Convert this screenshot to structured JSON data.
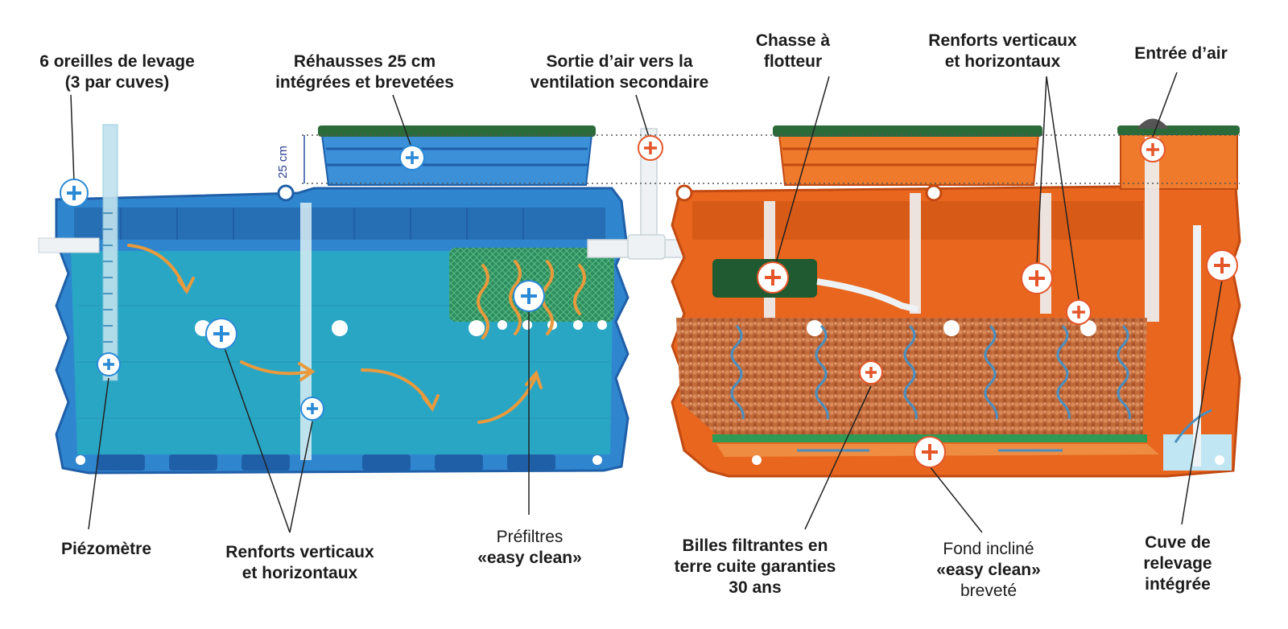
{
  "labels": {
    "lifting_ears": {
      "line1": "6 oreilles de levage",
      "line2": "(3 par cuves)"
    },
    "risers": {
      "line1": "Réhausses 25 cm",
      "line2": "intégrées et brevetées"
    },
    "air_outlet": {
      "line1": "Sortie d’air vers la",
      "line2": "ventilation secondaire"
    },
    "flush": {
      "line1": "Chasse à",
      "line2": "flotteur"
    },
    "reinforcements_top": {
      "line1": "Renforts verticaux",
      "line2": "et horizontaux"
    },
    "air_inlet": {
      "line1": "Entrée d’air"
    },
    "piezometer": {
      "line1": "Piézomètre"
    },
    "reinforcements_bottom": {
      "line1": "Renforts verticaux",
      "line2": "et horizontaux"
    },
    "prefilters": {
      "line1": "Préfiltres",
      "line2": "«easy clean»"
    },
    "filter_beads": {
      "line1": "Billes filtrantes en",
      "line2": "terre cuite garanties",
      "line3": "30 ans"
    },
    "sloped_bottom": {
      "line1": "Fond incliné",
      "line2": "«easy clean»",
      "line3": "breveté"
    },
    "pump_tank": {
      "line1": "Cuve de",
      "line2": "relevage",
      "line3": "intégrée"
    },
    "dimension": "25 cm"
  },
  "colors": {
    "blue_tank": "#2f86cf",
    "blue_dark": "#1f5fa8",
    "water": "#2aa8c4",
    "orange_tank": "#e8661e",
    "orange_dark": "#c24a12",
    "lid_green": "#2b6b3a",
    "beads": "#c9703f",
    "marker_blue": "#2a8ad6",
    "marker_orange": "#e4572a",
    "flow_arrow": "#e89a3c"
  }
}
